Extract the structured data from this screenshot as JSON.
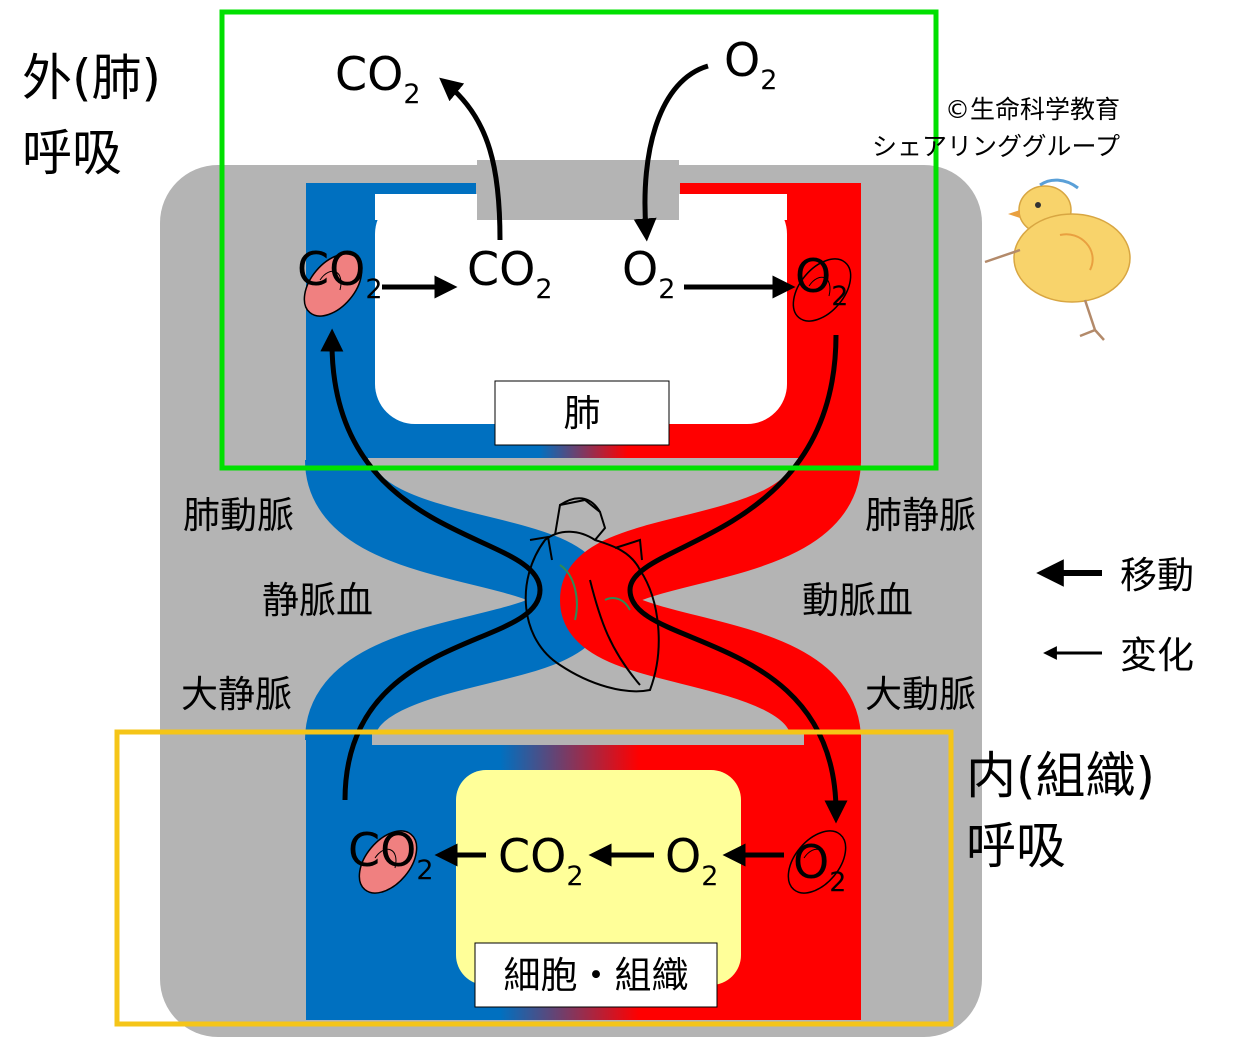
{
  "colors": {
    "body_gray": "#b4b4b4",
    "vein_blue": "#0070c0",
    "artery_red": "#ff0000",
    "tissue_yellow": "#ffff99",
    "lung_box_green": "#00e000",
    "tissue_box_yellow": "#f5c518",
    "rbc_pink": "#f08080"
  },
  "titles": {
    "external_line1": "外(肺)",
    "external_line2": "呼吸",
    "internal_line1": "内(組織)",
    "internal_line2": "呼吸"
  },
  "credit": {
    "line1": "©生命科学教育",
    "line2": "シェアリンググループ"
  },
  "boxes": {
    "lung": "肺",
    "tissue": "細胞・組織"
  },
  "vessels": {
    "pulmonary_artery": "肺動脈",
    "pulmonary_vein": "肺静脈",
    "venous_blood": "静脈血",
    "arterial_blood": "動脈血",
    "vena_cava": "大静脈",
    "aorta": "大動脈"
  },
  "legend": {
    "move": "移動",
    "change": "変化"
  },
  "gas": {
    "co2_base": "CO",
    "o2_base": "O",
    "subscript": "2"
  },
  "icons": [
    "heart-icon",
    "chick-icon",
    "red-blood-cell-icon"
  ]
}
